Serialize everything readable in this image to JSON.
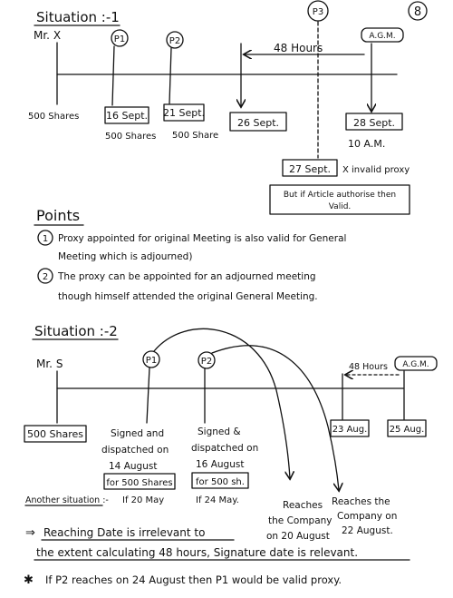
{
  "page_number": "8",
  "situation1": {
    "title": "Situation :-1",
    "person": "Mr. X",
    "person_shares": "500 Shares",
    "p1": "P1",
    "p1_date": "16 Sept.",
    "p1_shares": "500 Shares",
    "p2": "P2",
    "p2_date": "21 Sept.",
    "p2_shares": "500 Share",
    "p3": "P3",
    "agm": "A.G.M.",
    "hours": "48 Hours",
    "cutoff_date": "26 Sept.",
    "agm_date": "28 Sept.",
    "agm_time": "10 A.M.",
    "p3_date": "27 Sept.",
    "invalid_note": "X invalid proxy",
    "article_note_line1": "But if Article authorise then",
    "article_note_line2": "Valid."
  },
  "points": {
    "title": "Points",
    "p1_num": "1",
    "p1_line1": "Proxy appointed for original Meeting is also valid for General",
    "p1_line2": "Meeting which is adjourned)",
    "p2_num": "2",
    "p2_line1": "The proxy can be appointed for an adjourned meeting",
    "p2_line2": "though himself attended the original General Meeting."
  },
  "situation2": {
    "title": "Situation :-2",
    "person": "Mr. S",
    "person_shares": "500 Shares",
    "p1": "P1",
    "p2": "P2",
    "agm": "A.G.M.",
    "hours": "48 Hours",
    "p1_line1": "Signed and",
    "p1_line2": "dispatched on",
    "p1_line3": "14 August",
    "p1_box": "for 500 Shares",
    "p2_line1": "Signed &",
    "p2_line2": "dispatched on",
    "p2_line3": "16 August",
    "p2_box": "for 500 sh.",
    "reach1_line1": "Reaches",
    "reach1_line2": "the Company",
    "reach1_line3": "on 20 August",
    "reach2_line1": "Reaches the",
    "reach2_line2": "Company on",
    "reach2_line3": "22 August.",
    "date_23": "23 Aug.",
    "date_25": "25 Aug.",
    "another_label": "Another situation :-",
    "another_p1": "If 20 May",
    "another_p2": "If 24 May."
  },
  "notes": {
    "arrow": "⇒",
    "line1": "Reaching Date is irrelevant to",
    "line2": "the extent calculating 48 hours, Signature date is relevant.",
    "star": "✱",
    "line3": "If P2 reaches on 24 August then P1 would be valid proxy."
  }
}
